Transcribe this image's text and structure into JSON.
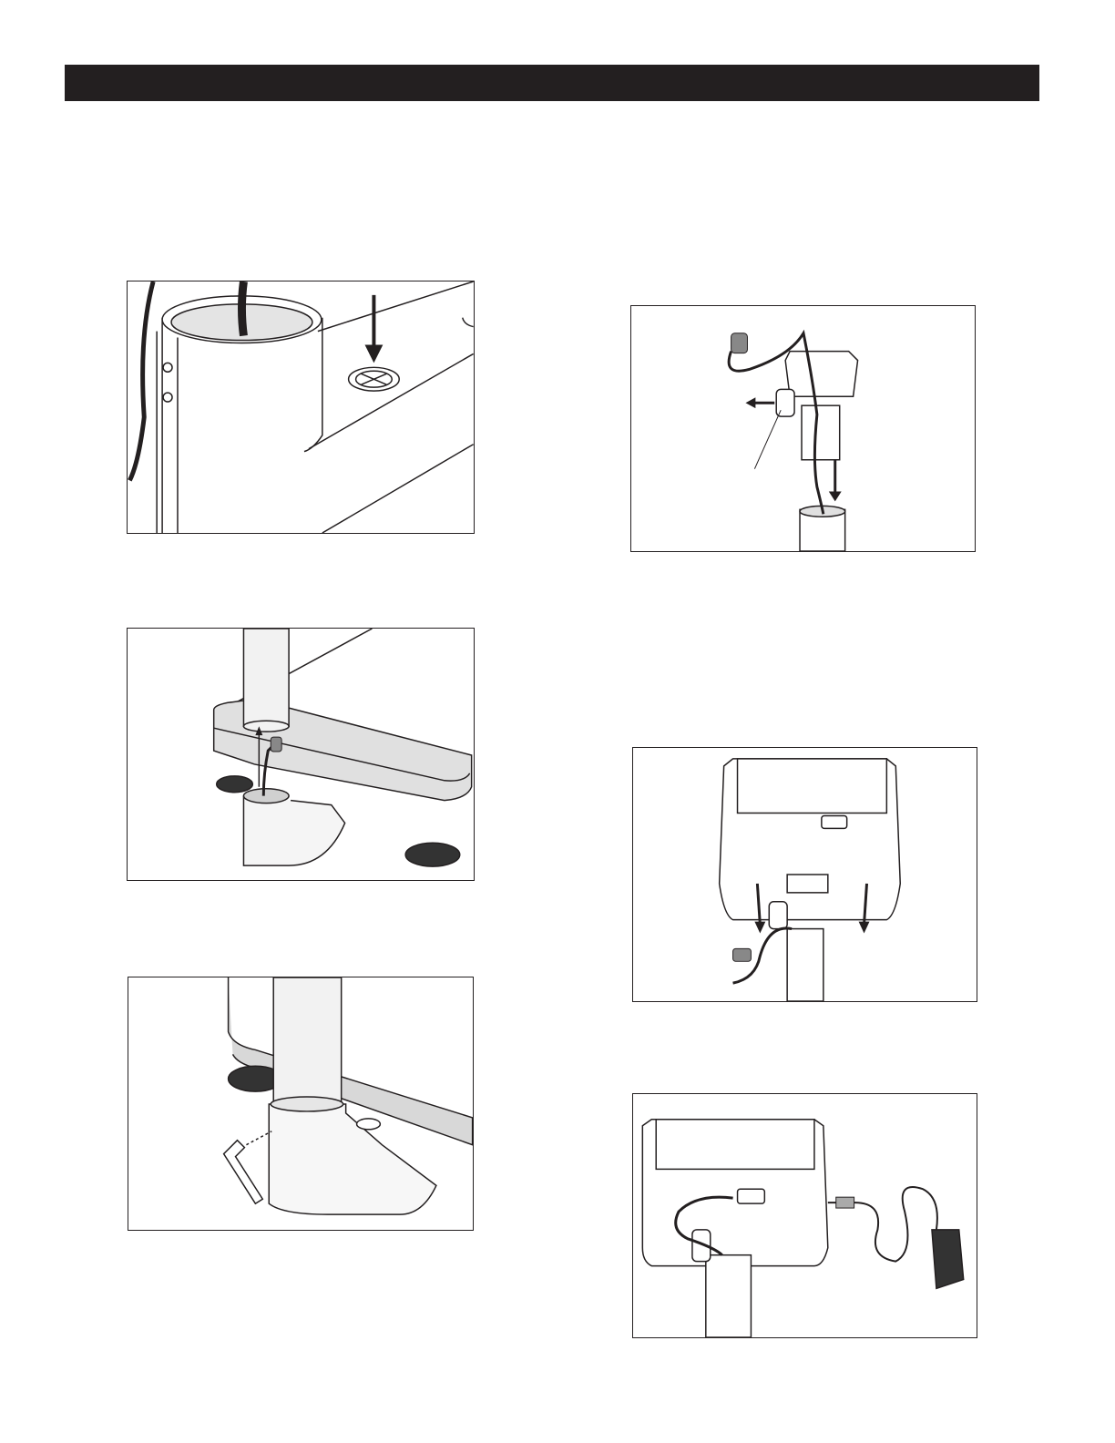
{
  "page": {
    "header_bar_color": "#231f20"
  },
  "figures": [
    {
      "id": "fig1",
      "subject": "pole-socket-and-mounting-hole"
    },
    {
      "id": "fig2",
      "subject": "cable-through-pole-into-base"
    },
    {
      "id": "fig3",
      "subject": "pole-secured-with-hex-key"
    },
    {
      "id": "fig4",
      "subject": "indicator-bracket-onto-pole"
    },
    {
      "id": "fig5",
      "subject": "indicator-slid-onto-bracket"
    },
    {
      "id": "fig6",
      "subject": "cable-and-power-adapter-connected"
    }
  ]
}
